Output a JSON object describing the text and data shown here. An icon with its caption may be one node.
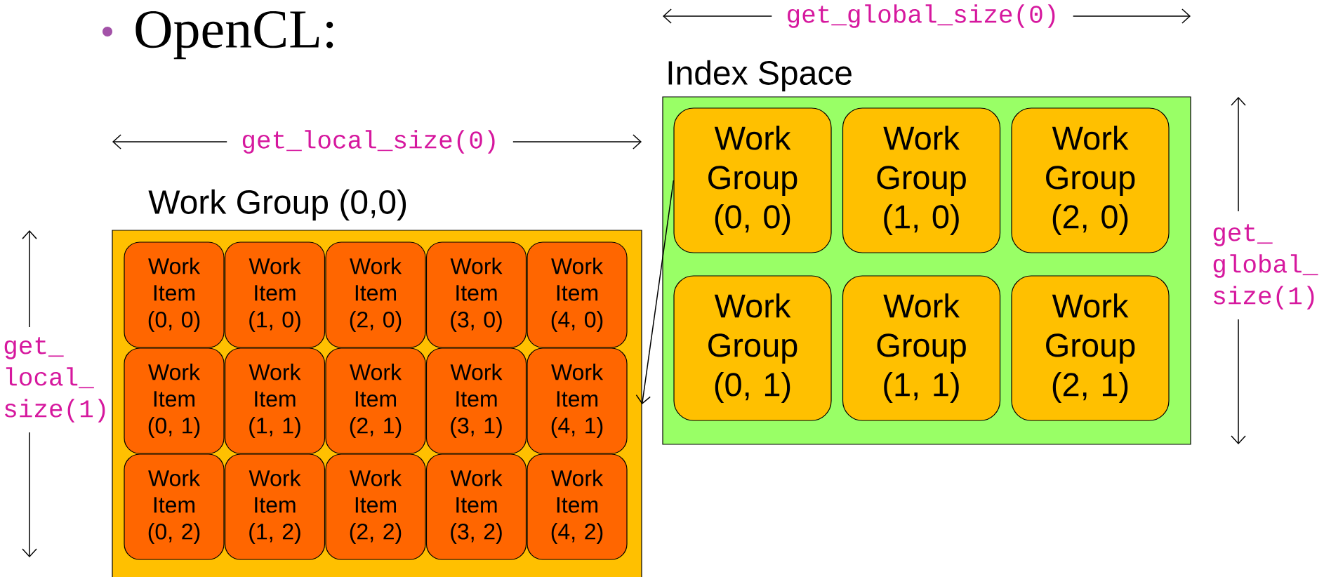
{
  "diagram": {
    "title": "OpenCL:",
    "nodes": [
      {
        "text": [
          "Work Group (0,0)"
        ]
      },
      {
        "text": [
          "Work Item (0, 0)"
        ],
        "in": 0
      },
      {
        "text": [
          "Work Item (1, 0)"
        ],
        "in": 0
      },
      {
        "text": [
          "Work Item (2, 0)"
        ],
        "in": 0
      },
      {
        "text": [
          "Work Item (3, 0)"
        ],
        "in": 0
      },
      {
        "text": [
          "Work Item (4, 0)"
        ],
        "in": 0
      },
      {
        "text": [
          "Work Item (0, 1)"
        ],
        "in": 0
      },
      {
        "text": [
          "Work Item (1, 1)"
        ],
        "in": 0
      },
      {
        "text": [
          "Work Item (2, 1)"
        ],
        "in": 0
      },
      {
        "text": [
          "Work Item (3, 1)"
        ],
        "in": 0
      },
      {
        "text": [
          "Work Item (4, 1)"
        ],
        "in": 0
      },
      {
        "text": [
          "Work Item (0, 2)"
        ],
        "in": 0
      },
      {
        "text": [
          "Work Item (1, 2)"
        ],
        "in": 0
      },
      {
        "text": [
          "Work Item (2, 2)"
        ],
        "in": 0
      },
      {
        "text": [
          "Work Item (3, 2)"
        ],
        "in": 0
      },
      {
        "text": [
          "Work Item (4, 2)"
        ],
        "in": 0
      },
      {
        "text": [
          "Index Space"
        ]
      },
      {
        "text": [
          "Work Group (0, 0)"
        ],
        "in": 16
      },
      {
        "text": [
          "Work Group (1, 0)"
        ],
        "in": 16
      },
      {
        "text": [
          "Work Group (2, 0)"
        ],
        "in": 16
      },
      {
        "text": [
          "Work Group (0, 1)"
        ],
        "in": 16
      },
      {
        "text": [
          "Work Group (1, 1)"
        ],
        "in": 16
      },
      {
        "text": [
          "Work Group (2, 1)"
        ],
        "in": 16
      }
    ],
    "edges": [
      {
        "from": 17,
        "to": 0,
        "arrow": "to"
      }
    ],
    "labels": [
      "get_global_size(0)",
      "get_local_size(0)",
      "get_ global_ size(1)",
      "get_ local_ size(1)"
    ]
  }
}
